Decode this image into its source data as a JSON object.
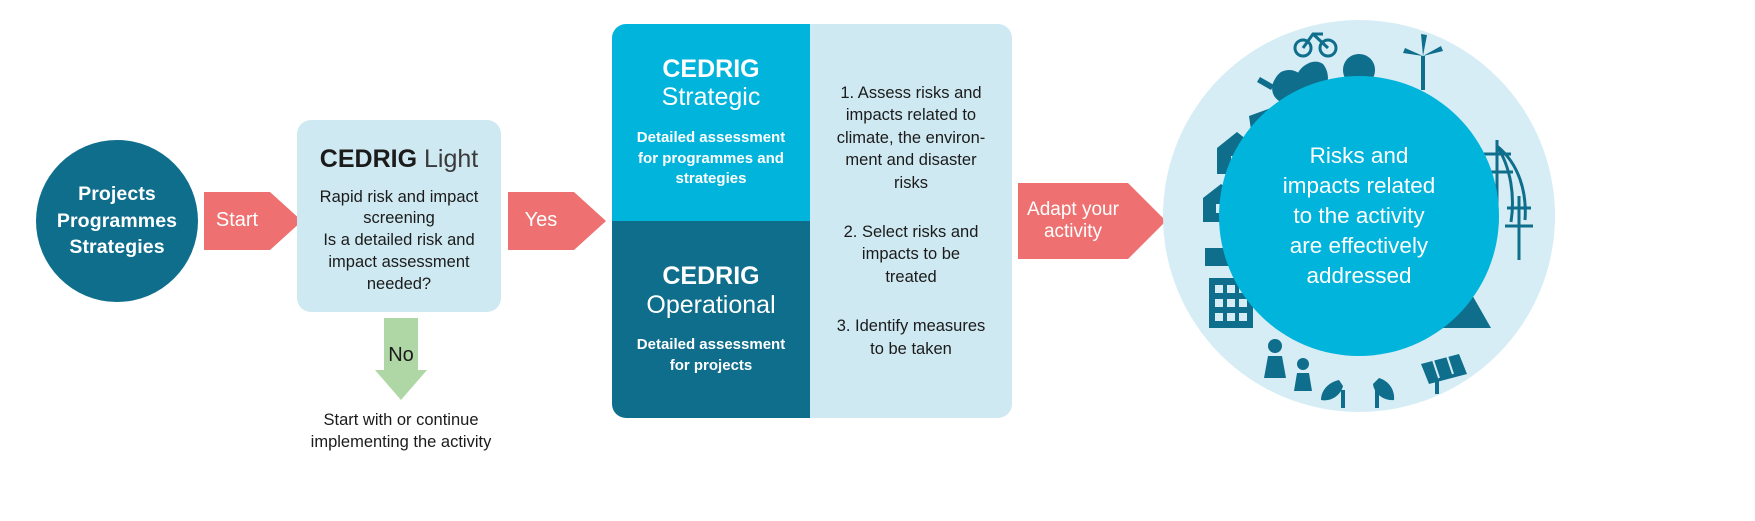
{
  "colors": {
    "dark_teal": "#0E6E8C",
    "cyan": "#00B4DC",
    "light_blue": "#CFE9F2",
    "coral": "#EE7070",
    "light_green": "#AFD6A5",
    "halo_blue": "#D6EDF5",
    "text_dark": "#1b1b1b",
    "white": "#ffffff"
  },
  "start": {
    "label": "Projects\nProgrammes\nStrategies"
  },
  "arrows": {
    "start": "Start",
    "yes": "Yes",
    "no": "No",
    "adapt": "Adapt your\nactivity"
  },
  "light_box": {
    "title_bold": "CEDRIG",
    "title_light": "Light",
    "description": "Rapid risk and impact\nscreening\nIs a detailed risk and\nimpact assessment\nneeded?"
  },
  "no_branch": {
    "caption": "Start with or continue\nimplementing the activity"
  },
  "panel": {
    "strategic": {
      "title_bold": "CEDRIG",
      "title_light": "Strategic",
      "description": "Detailed assessment\nfor programmes and\nstrategies"
    },
    "operational": {
      "title_bold": "CEDRIG",
      "title_light": "Operational",
      "description": "Detailed assessment\nfor projects"
    },
    "steps": [
      "1. Assess risks and\nimpacts related to\nclimate, the environ-\nment and disaster\nrisks",
      "2. Select risks and\nimpacts to be\ntreated",
      "3. Identify measures\nto be taken"
    ]
  },
  "outcome": {
    "text": "Risks and\nimpacts related\nto the activity\nare effectively\naddressed",
    "ring_icons": [
      "tree-icon",
      "leaf-icon",
      "bicycle-icon",
      "wind-turbine-icon",
      "house-icon",
      "building-icon",
      "factory-icon",
      "power-line-icon",
      "person-icon",
      "mountain-icon",
      "plant-icon",
      "solar-panel-icon"
    ]
  }
}
